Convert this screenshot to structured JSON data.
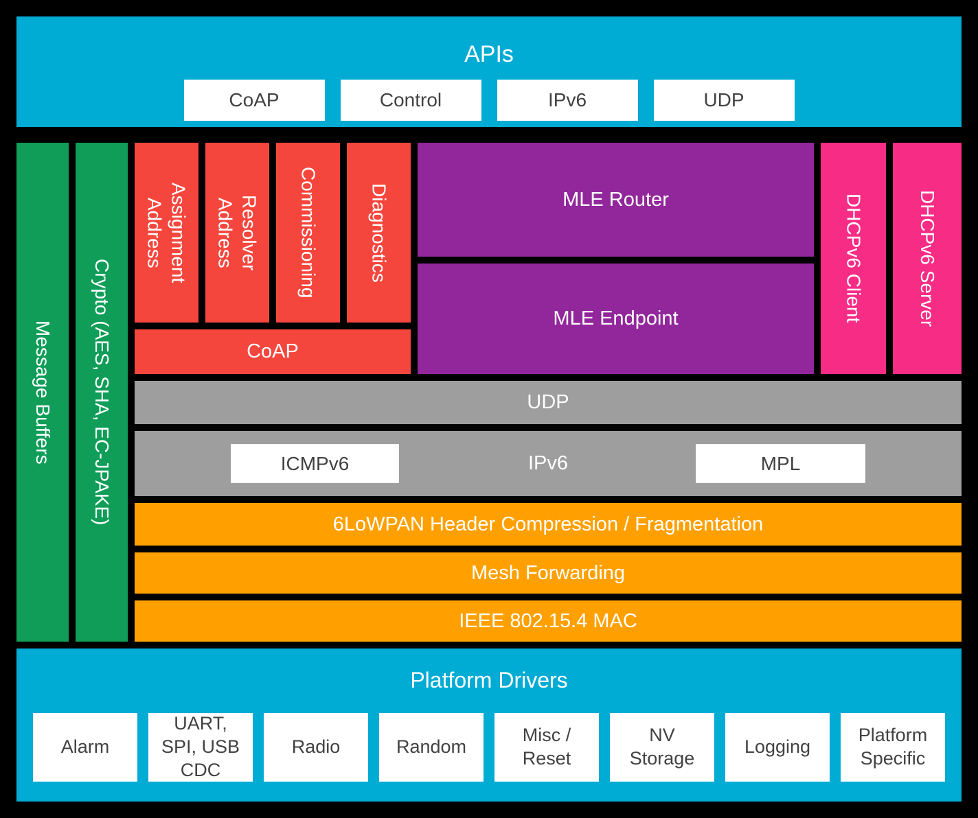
{
  "colors": {
    "cyan": "#00ABD4",
    "green": "#0F9D58",
    "red": "#F5463D",
    "purple": "#92279B",
    "pink": "#F72C85",
    "gray": "#9E9E9E",
    "orange": "#FFA000"
  },
  "apis": {
    "title": "APIs",
    "boxes": [
      "CoAP",
      "Control",
      "IPv6",
      "UDP"
    ]
  },
  "side": {
    "message_buffers": "Message Buffers",
    "crypto": "Crypto (AES, SHA, EC-JPAKE)"
  },
  "app_layer": {
    "address_assignment": "Address Assignment",
    "address_resolver": "Address Resolver",
    "commissioning": "Commissioning",
    "diagnostics": "Diagnostics",
    "coap": "CoAP",
    "mle_router": "MLE Router",
    "mle_endpoint": "MLE Endpoint",
    "dhcpv6_client": "DHCPv6 Client",
    "dhcpv6_server": "DHCPv6 Server"
  },
  "transport": {
    "udp": "UDP"
  },
  "network": {
    "icmpv6": "ICMPv6",
    "ipv6": "IPv6",
    "mpl": "MPL"
  },
  "lower_layers": {
    "sixlowpan": "6LoWPAN Header Compression / Fragmentation",
    "mesh_forwarding": "Mesh Forwarding",
    "mac": "IEEE 802.15.4 MAC"
  },
  "platform": {
    "title": "Platform Drivers",
    "drivers": [
      "Alarm",
      "UART, SPI, USB CDC",
      "Radio",
      "Random",
      "Misc / Reset",
      "NV Storage",
      "Logging",
      "Platform Specific"
    ]
  }
}
